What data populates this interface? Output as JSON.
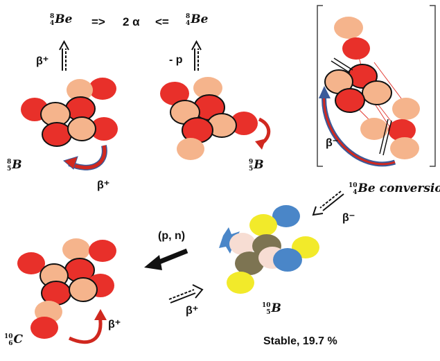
{
  "header": {
    "left_nuclide": {
      "mass": "8",
      "z": "4",
      "sym": "Be"
    },
    "arrow_right": "=>",
    "alpha_label": "2 α",
    "arrow_left": "<=",
    "right_nuclide": {
      "mass": "8",
      "z": "4",
      "sym": "Be"
    }
  },
  "labels": {
    "beta_plus": "β⁺",
    "beta_minus": "β⁻",
    "minus_p": "- p",
    "p_n": "(p, n)",
    "stable": "Stable, 19.7 %",
    "conversion_suffix": "conversion"
  },
  "nuclides": {
    "b8": {
      "mass": "8",
      "z": "5",
      "sym": "B"
    },
    "b9": {
      "mass": "9",
      "z": "5",
      "sym": "B"
    },
    "be10": {
      "mass": "10",
      "z": "4",
      "sym": "Be"
    },
    "b10": {
      "mass": "10",
      "z": "5",
      "sym": "B"
    },
    "c10": {
      "mass": "10",
      "z": "6",
      "sym": "C"
    }
  },
  "colors": {
    "proton": "#e8302a",
    "neutron": "#f5b48c",
    "nucleon_yellow": "#f2ea2a",
    "nucleon_blue": "#4a86c8",
    "nucleon_olive": "#7d7452",
    "nucleon_pale": "#f7ddd3",
    "curve_arrow": "#d0281f",
    "curve_outline": "#3a5a9a"
  }
}
